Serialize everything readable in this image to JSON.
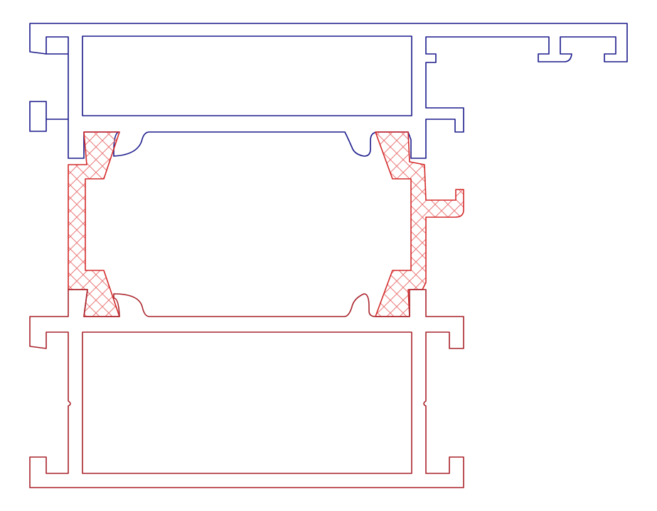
{
  "colors": {
    "upper_profile": "#1a1a8c",
    "lower_profile": "#a8222a",
    "thermal_break": "#d42a2a",
    "hatch": "#ea7a7a",
    "background": "#ffffff"
  },
  "components": [
    {
      "name": "upper-aluminium-profile",
      "color": "upper_profile"
    },
    {
      "name": "thermal-break-insulator",
      "color": "thermal_break"
    },
    {
      "name": "lower-aluminium-profile",
      "color": "lower_profile"
    }
  ]
}
